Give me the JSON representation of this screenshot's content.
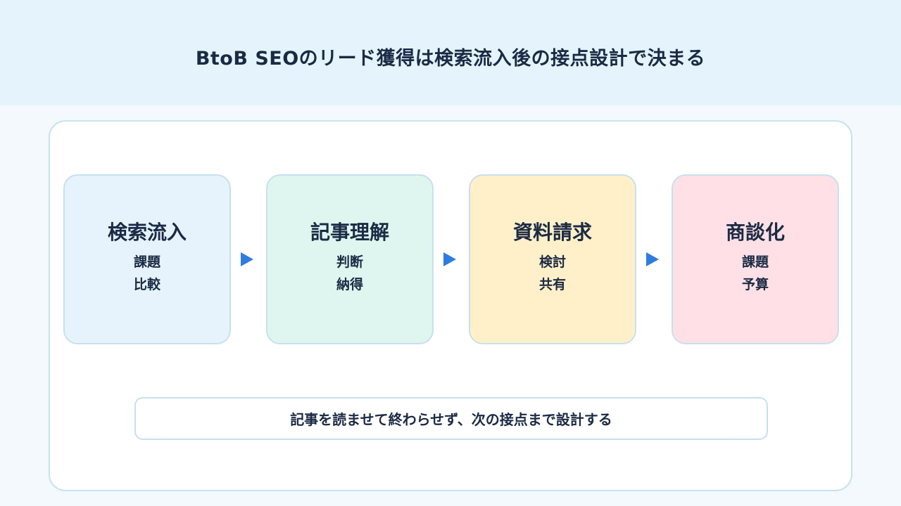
{
  "header": {
    "title": "BtoB SEOのリード獲得は検索流入後の接点設計で決まる"
  },
  "steps": [
    {
      "title": "検索流入",
      "items": [
        "課題",
        "比較"
      ]
    },
    {
      "title": "記事理解",
      "items": [
        "判断",
        "納得"
      ]
    },
    {
      "title": "資料請求",
      "items": [
        "検討",
        "共有"
      ]
    },
    {
      "title": "商談化",
      "items": [
        "課題",
        "予算"
      ]
    }
  ],
  "footer": {
    "message": "記事を読ませて終わらせず、次の接点まで設計する"
  },
  "colors": {
    "accent_arrow": "#2f7ce0",
    "step_1_bg": "#e6f3fd",
    "step_2_bg": "#def6ef",
    "step_3_bg": "#fff0c9",
    "step_4_bg": "#ffe0e6"
  }
}
